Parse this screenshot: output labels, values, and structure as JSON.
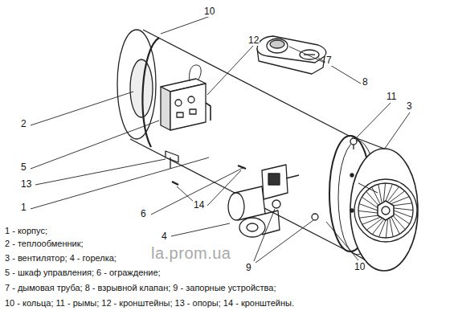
{
  "diagram": {
    "labels": [
      "10",
      "12",
      "7",
      "8",
      "11",
      "3",
      "2",
      "5",
      "13",
      "1",
      "6",
      "14",
      "4",
      "9",
      "10",
      "1 - корпус;",
      "2 - теплообменник;",
      "3 - вентилятор; 4 - горелка;",
      "5 - шкаф управления; 6 - ограждение;",
      "7 - дымовая труба; 8 - взрывной клапан; 9 - запорные устройства;",
      "10 - кольца; 11 - рымы; 12 - кронштейны; 13 - опоры; 14 - кронштейны.",
      "la.prom.ua"
    ]
  }
}
